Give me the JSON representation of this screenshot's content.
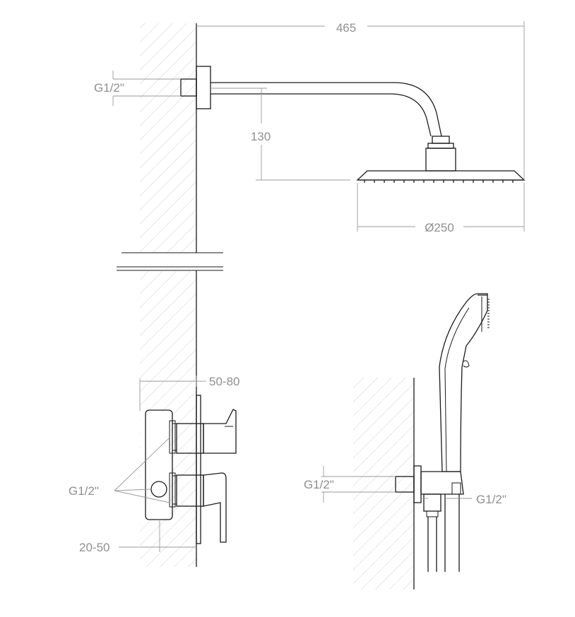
{
  "dimensions": {
    "arm_length": "465",
    "arm_drop": "130",
    "head_diameter": "Ø250",
    "head_thread": "G1/2\"",
    "mixer_depth": "50-80",
    "mixer_thread": "G1/2\"",
    "mixer_offset": "20-50",
    "hand_thread_left": "G1/2\"",
    "hand_thread_right": "G1/2\""
  },
  "colors": {
    "line": "#1a1a1a",
    "dimension": "#8f8f8f",
    "hatch": "#c4c4c4",
    "background": "#ffffff"
  }
}
